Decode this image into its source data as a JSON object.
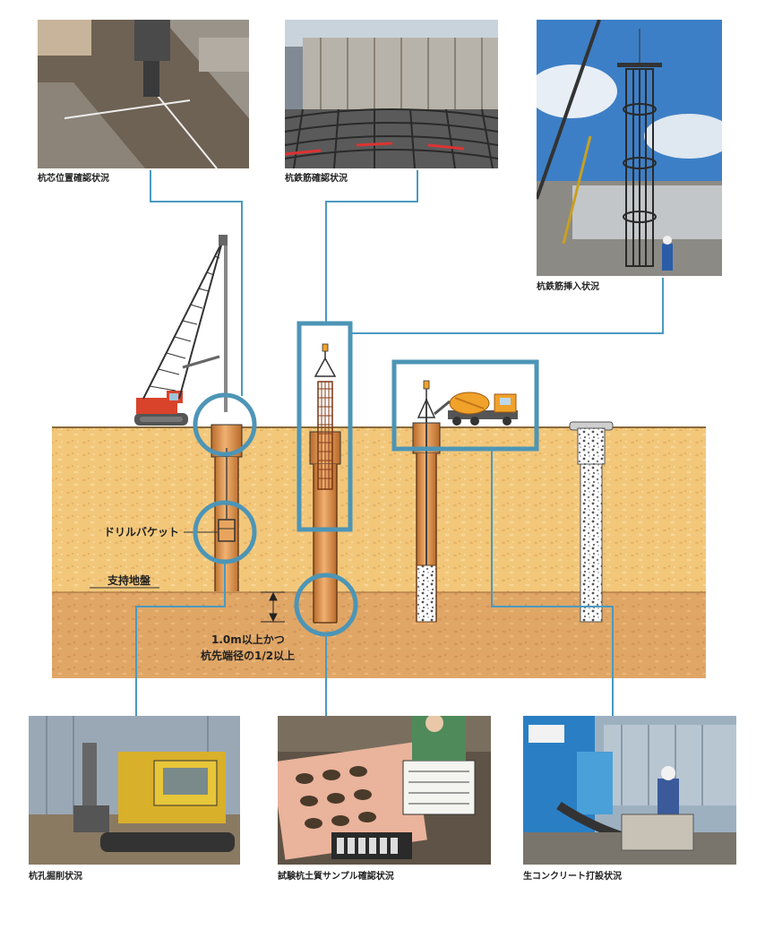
{
  "photos": {
    "top_left": {
      "caption": "杭芯位置確認状況"
    },
    "top_middle": {
      "caption": "杭鉄筋確認状況"
    },
    "top_right": {
      "caption": "杭鉄筋挿入状況"
    },
    "bottom_left": {
      "caption": "杭孔掘削状況"
    },
    "bottom_middle": {
      "caption": "試験杭土質サンプル確認状況"
    },
    "bottom_right": {
      "caption": "生コンクリート打設状況"
    }
  },
  "diagram": {
    "drill_bucket_label": "ドリルバケット",
    "bearing_layer_label": "支持地盤",
    "depth_note_line1": "1.0m以上かつ",
    "depth_note_line2": "杭先端径の1/2以上"
  },
  "colors": {
    "accent_frame": "#4d95b6",
    "leader_line": "#4a9ac0",
    "upper_soil": "#f2c77a",
    "bearing_soil": "#e0a666",
    "pile_copper": "#d98a3e",
    "crane_red": "#d9432b",
    "mixer_orange": "#f0a22a"
  }
}
